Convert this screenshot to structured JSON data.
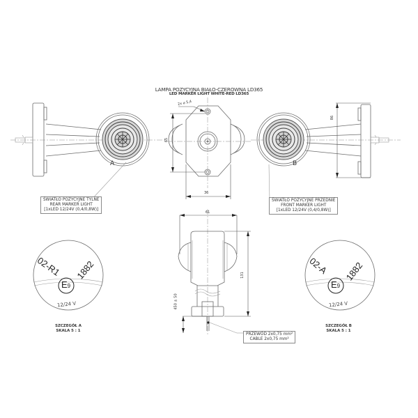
{
  "title": {
    "line1": "LAMPA POZYCYJNA BIAŁO-CZEROWNA LD365",
    "line2": "LED MARKER LIGHT WHITE-RED LD365"
  },
  "callouts": {
    "rear": {
      "line1": "ŚWIATŁO POZYCYJNE TYLNE",
      "line2": "REAR MARKER LIGHT",
      "line3": "[1xLED 12/24V (0,4/0,8W)]"
    },
    "front": {
      "line1": "ŚWIATŁO POZYCYJNE PRZEDNIE",
      "line2": "FRONT MARKER LIGHT",
      "line3": "[1xLED 12/24V (0,4/0,8W)]"
    },
    "cable": {
      "line1": "PRZEWÓD 2x0,75 mm²",
      "line2": "CABLE 2x0,75 mm²"
    }
  },
  "dimensions": {
    "holes": "2x ⌀ 5,4",
    "hole_spacing": "65",
    "base_width": "36",
    "bracket_height": "86",
    "side_width": "61",
    "total_height": "131",
    "cable_length": "450 ± 50"
  },
  "view_labels": {
    "left": "A",
    "right": "B"
  },
  "details": [
    {
      "id": "A",
      "name": "SZCZEGÓŁ A",
      "scale": "SKALA 5 : 1",
      "code": "02-R1",
      "mark": "E",
      "mark_sub": "9",
      "number": "1882",
      "voltage": "12/24 V"
    },
    {
      "id": "B",
      "name": "SZCZEGÓŁ B",
      "scale": "SKALA 5 : 1",
      "code": "02-A",
      "mark": "E",
      "mark_sub": "9",
      "number": "1882",
      "voltage": "12/24 V"
    }
  ],
  "colors": {
    "line": "#6a6a6a",
    "text": "#333333",
    "background": "#ffffff"
  }
}
